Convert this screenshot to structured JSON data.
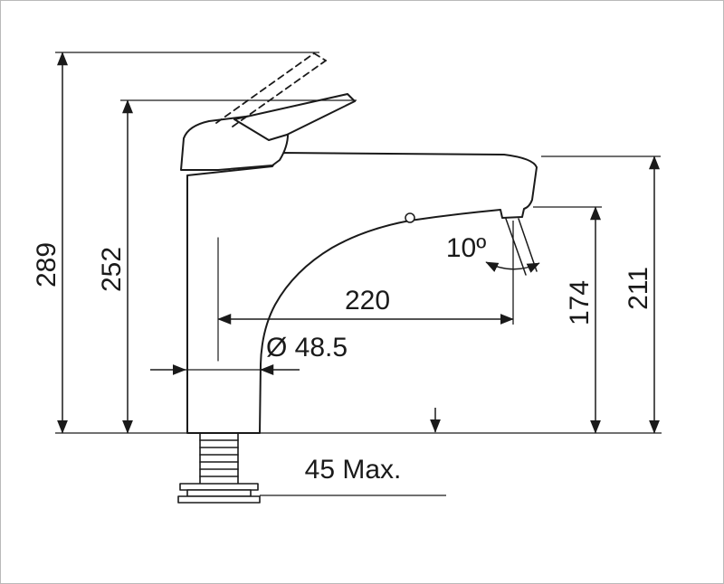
{
  "diagram": {
    "labels": {
      "overall_height": "289",
      "body_height": "252",
      "spout_reach": "220",
      "outlet_height": "174",
      "spout_top_height": "211",
      "base_diameter": "Ø 48.5",
      "spray_angle": "10º",
      "deck_thickness": "45 Max."
    }
  },
  "colors": {
    "line": "#1a1a1a",
    "background": "#ffffff",
    "frame": "#b9b9b9"
  }
}
